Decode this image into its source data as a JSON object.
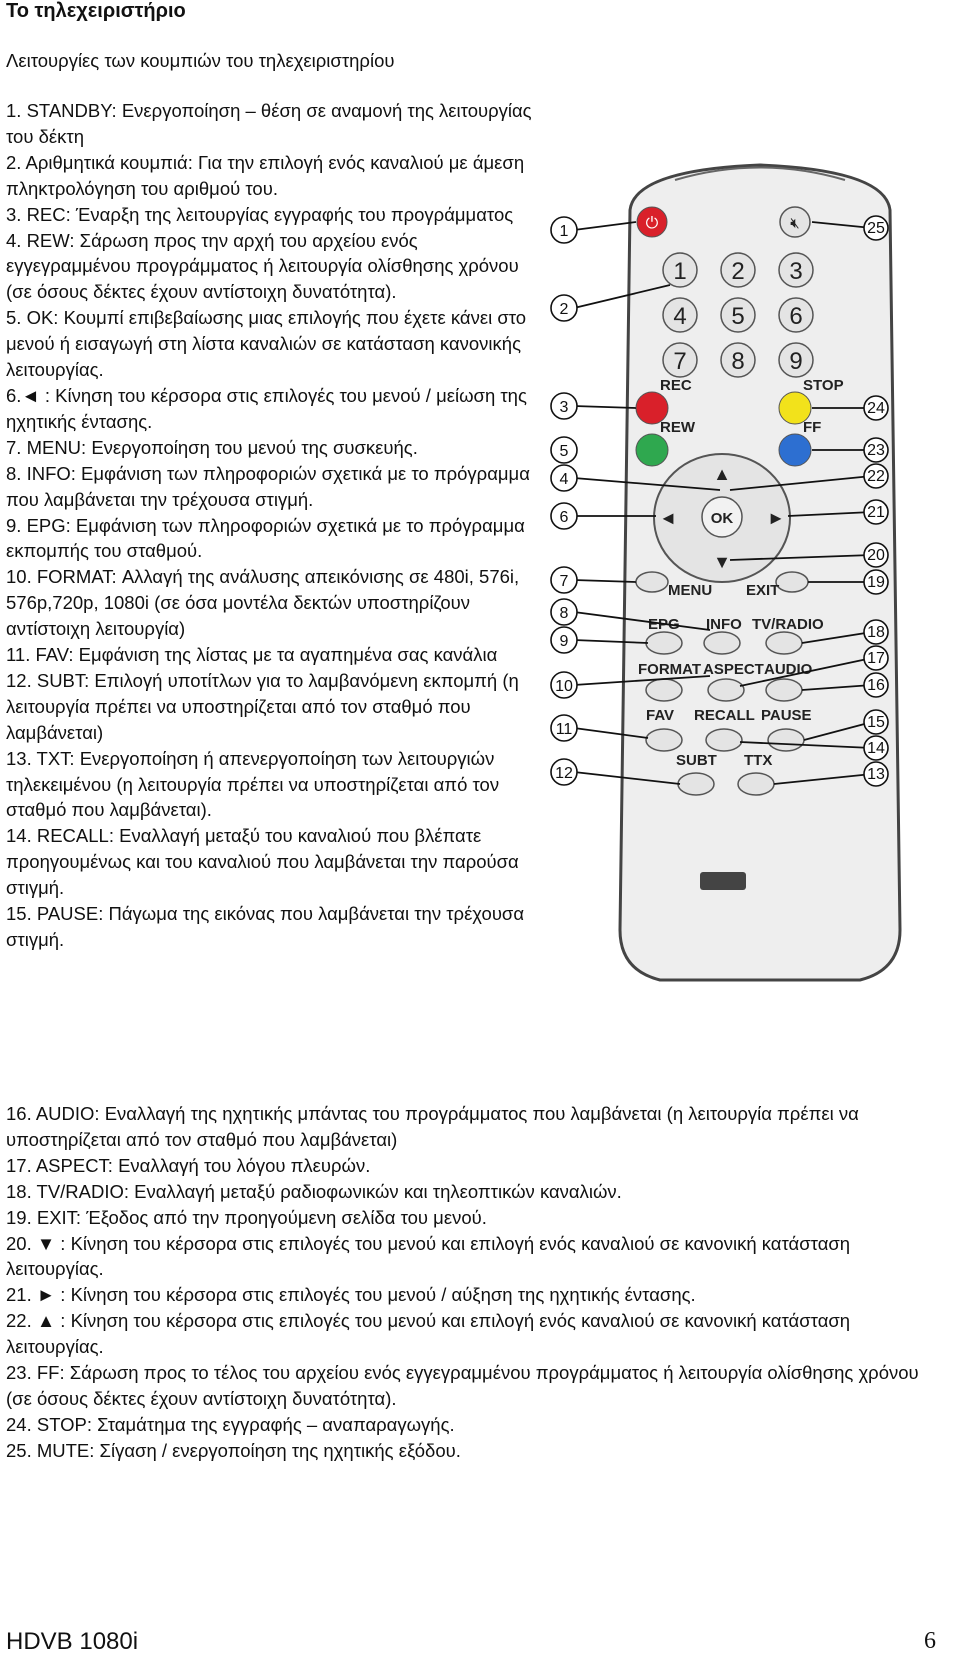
{
  "page": {
    "title": "Το τηλεχειριστήριο",
    "subtitle": "Λειτουργίες των κουμπιών του τηλεχειριστηρίου"
  },
  "items_narrow": [
    "1.   STANDBY: Ενεργοποίηση – θέση σε αναμονή της λειτουργίας του δέκτη",
    "2.  Αριθμητικά κουμπιά: Για την επιλογή ενός καναλιού με άμεση πληκτρολόγηση του αριθμού του.",
    "3. REC: Έναρξη της λειτουργίας εγγραφής του προγράμματος",
    "4. REW: Σάρωση προς την αρχή του αρχείου ενός εγγεγραμμένου προγράμματος ή λειτουργία ολίσθησης χρόνου (σε όσους δέκτες έχουν αντίστοιχη δυνατότητα).",
    "5. OK: Κουμπί επιβεβαίωσης μιας επιλογής που έχετε κάνει στο μενού ή εισαγωγή στη λίστα καναλιών σε κατάσταση κανονικής λειτουργίας.",
    "6.◄ : Κίνηση του κέρσορα στις επιλογές του μενού / μείωση της ηχητικής έντασης.",
    "7. MENU: Ενεργοποίηση του μενού της συσκευής.",
    "8. INFO: Εμφάνιση των πληροφοριών σχετικά με το πρόγραμμα που λαμβάνεται την τρέχουσα στιγμή.",
    "9. EPG: Εμφάνιση των πληροφοριών σχετικά με το πρόγραμμα εκπομπής του σταθμού.",
    "10. FORMAT: Αλλαγή της ανάλυσης απεικόνισης σε 480i, 576i, 576p,720p, 1080i (σε όσα μοντέλα δεκτών υποστηρίζουν αντίστοιχη λειτουργία)",
    "11. FAV: Εμφάνιση της λίστας με τα αγαπημένα σας κανάλια",
    "12. SUBT: Επιλογή υποτίτλων για το λαμβανόμενη εκπομπή (η λειτουργία πρέπει να υποστηρίζεται από τον σταθμό που λαμβάνεται)",
    "13. TXT: Ενεργοποίηση ή απενεργοποίηση των λειτουργιών τηλεκειμένου (η λειτουργία πρέπει να υποστηρίζεται από τον σταθμό που λαμβάνεται).",
    "14. RECALL: Εναλλαγή μεταξύ του καναλιού που βλέπατε προηγουμένως και του καναλιού που λαμβάνεται την παρούσα στιγμή.",
    "15. PAUSE: Πάγωμα της εικόνας που λαμβάνεται την τρέχουσα στιγμή."
  ],
  "items_full": [
    "16. AUDIO: Εναλλαγή της ηχητικής μπάντας του προγράμματος που λαμβάνεται (η λειτουργία πρέπει να υποστηρίζεται από τον σταθμό που λαμβάνεται)",
    "17. ASPECT: Εναλλαγή του λόγου πλευρών.",
    "18. TV/RADIO: Εναλλαγή μεταξύ ραδιοφωνικών και τηλεοπτικών καναλιών.",
    "19. EXIT: Έξοδος από την προηγούμενη σελίδα του μενού.",
    "20. ▼ : Κίνηση του κέρσορα στις επιλογές  του μενού και επιλογή ενός καναλιού σε κανονική κατάσταση λειτουργίας.",
    "21. ► : Κίνηση του κέρσορα στις επιλογές του μενού / αύξηση της ηχητικής έντασης.",
    "22. ▲ : Κίνηση του κέρσορα στις επιλογές  του μενού και επιλογή ενός καναλιού σε κανονική κατάσταση λειτουργίας.",
    "23. FF: Σάρωση προς το τέλος του αρχείου ενός εγγεγραμμένου προγράμματος ή λειτουργία ολίσθησης χρόνου (σε όσους δέκτες έχουν αντίστοιχη δυνατότητα).",
    "24. STOP: Σταμάτημα της εγγραφής – αναπαραγωγής.",
    "25. MUTE: Σίγαση / ενεργοποίηση της ηχητικής εξόδου."
  ],
  "remote": {
    "digits": [
      "1",
      "2",
      "3",
      "4",
      "5",
      "6",
      "7",
      "8",
      "9"
    ],
    "rec_label": "REC",
    "stop_label": "STOP",
    "rew_label": "REW",
    "ff_label": "FF",
    "ok_label": "OK",
    "menu_label": "MENU",
    "exit_label": "EXIT",
    "epg_label": "EPG",
    "info_label": "INFO",
    "tvradio_label": "TV/RADIO",
    "format_label": "FORMAT",
    "aspect_label": "ASPECT",
    "audio_label": "AUDIO",
    "fav_label": "FAV",
    "recall_label": "RECALL",
    "pause_label": "PAUSE",
    "subt_label": "SUBT",
    "ttx_label": "TTX",
    "callouts_left": [
      "1",
      "2",
      "3",
      "4",
      "5",
      "6",
      "7",
      "8",
      "9",
      "10",
      "11",
      "12"
    ],
    "callouts_right": [
      "25",
      "24",
      "23",
      "22",
      "21",
      "20",
      "19",
      "18",
      "17",
      "16",
      "15",
      "14",
      "13"
    ],
    "colors": {
      "power": "#d9202a",
      "rec": "#d9202a",
      "stop": "#f2e21b",
      "rew": "#2fa84f",
      "ff": "#2d6fd1"
    }
  },
  "footer": {
    "model": "HDVB 1080i",
    "page_number": "6"
  }
}
